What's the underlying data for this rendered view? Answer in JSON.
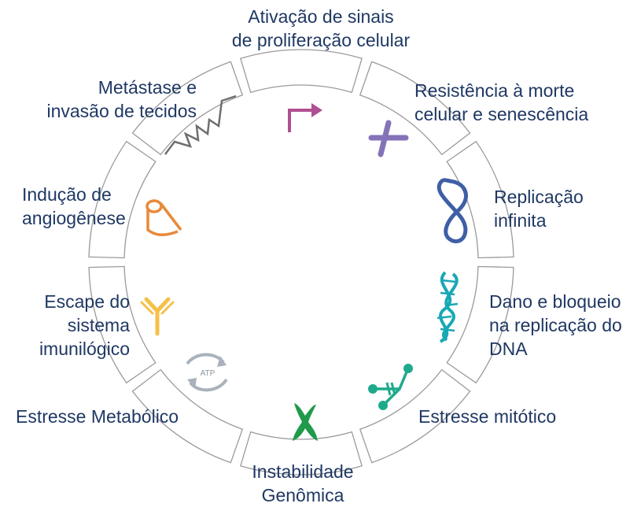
{
  "diagram": {
    "colors": {
      "text": "#1f3864",
      "ring_stroke": "#9a9a9a",
      "proliferation": "#b04f92",
      "death_resistance": "#8473b8",
      "replication": "#3f5fa6",
      "dna": "#18a8b5",
      "mitotic": "#1faa8c",
      "genomic": "#1f9a4a",
      "metabolic": "#a9b2bc",
      "immune": "#f5c04a",
      "angiogenesis": "#e8893a",
      "metastasis": "#6e6e6e"
    },
    "segments": [
      {
        "id": "proliferation",
        "icon": "arrow-icon",
        "lines": [
          "Ativação de sinais",
          "de proliferação celular"
        ]
      },
      {
        "id": "death_resistance",
        "icon": "cross-icon",
        "lines": [
          "Resistência à morte",
          "celular e senescência"
        ]
      },
      {
        "id": "replication",
        "icon": "infinity-loop-icon",
        "lines": [
          "Replicação",
          "infinita"
        ]
      },
      {
        "id": "dna",
        "icon": "dna-helix-icon",
        "lines": [
          "Dano  e bloqueio",
          "na replicação do",
          "DNA"
        ]
      },
      {
        "id": "mitotic",
        "icon": "spindle-icon",
        "lines": [
          "Estresse mitótico"
        ]
      },
      {
        "id": "genomic",
        "icon": "chromosome-icon",
        "lines": [
          "Instabilidade",
          "Genômica"
        ]
      },
      {
        "id": "metabolic",
        "icon": "atp-cycle-icon",
        "icon_text": "ATP",
        "lines": [
          "Estresse Metabólico"
        ]
      },
      {
        "id": "immune",
        "icon": "antibody-icon",
        "lines": [
          "Escape do",
          "sistema",
          "imunilógico"
        ]
      },
      {
        "id": "angiogenesis",
        "icon": "blood-vessel-icon",
        "lines": [
          "Indução de",
          "angiogênese"
        ]
      },
      {
        "id": "metastasis",
        "icon": "invasion-icon",
        "lines": [
          "Metástase e",
          "invasão de tecidos"
        ]
      }
    ]
  }
}
